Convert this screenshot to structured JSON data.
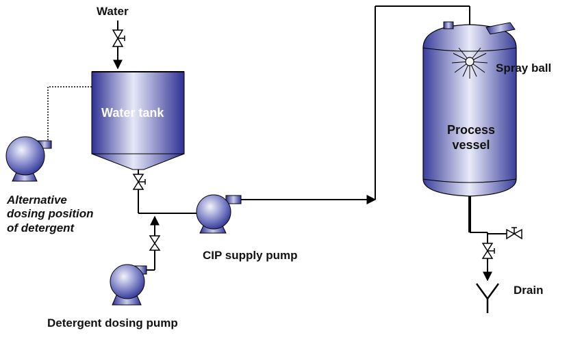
{
  "labels": {
    "water": "Water",
    "water_tank": "Water tank",
    "alt_dosing": [
      "Alternative",
      "dosing position",
      "of detergent"
    ],
    "cip_pump": "CIP supply pump",
    "detergent_pump": "Detergent dosing pump",
    "spray_ball": "Spray ball",
    "process_vessel": [
      "Process",
      "vessel"
    ],
    "drain": "Drain"
  },
  "colors": {
    "tank_fill_dark": "#2e3192",
    "tank_fill_light": "#e6e8f7",
    "line": "#000000"
  }
}
